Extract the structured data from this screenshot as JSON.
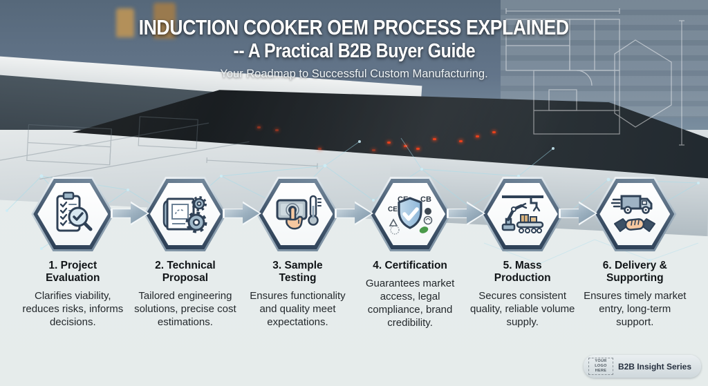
{
  "header": {
    "title_line1": "INDUCTION COOKER OEM PROCESS EXPLAINED",
    "title_line2": "-- A Practical B2B Buyer Guide",
    "subtitle": "Your Roadmap to Successful Custom Manufacturing."
  },
  "steps": [
    {
      "title": "1. Project Evaluation",
      "desc": "Clarifies viability, reduces risks, informs decisions.",
      "icon": "clipboard-checklist-magnifier"
    },
    {
      "title": "2. Technical Proposal",
      "desc": "Tailored engineering solutions, precise cost estimations.",
      "icon": "blueprint-gears"
    },
    {
      "title": "3. Sample Testing",
      "desc": "Ensures functionality and quality meet expectations.",
      "icon": "touch-panel-thermometer"
    },
    {
      "title": "4. Certification",
      "desc": "Guarantees market access, legal compliance, brand credibility.",
      "icon": "shield-certification-marks",
      "marks": {
        "ce_top": "CE",
        "cb": "CB",
        "ce_left": "CE"
      }
    },
    {
      "title": "5. Mass Production",
      "desc": "Secures consistent quality, reliable volume supply.",
      "icon": "robot-arm-conveyor"
    },
    {
      "title": "6. Delivery & Supporting",
      "desc": "Ensures timely market entry, long-term support.",
      "icon": "truck-handshake"
    }
  ],
  "footer": {
    "logo_placeholder_lines": [
      "YOUR",
      "LOGO",
      "HERE"
    ],
    "series_label": "B2B Insight Series"
  },
  "colors": {
    "accent_steel_blue": "#2f4156",
    "panel_gray": "#e7eced",
    "network_cyan": "#9fdcec",
    "led_red": "#e8401c"
  }
}
